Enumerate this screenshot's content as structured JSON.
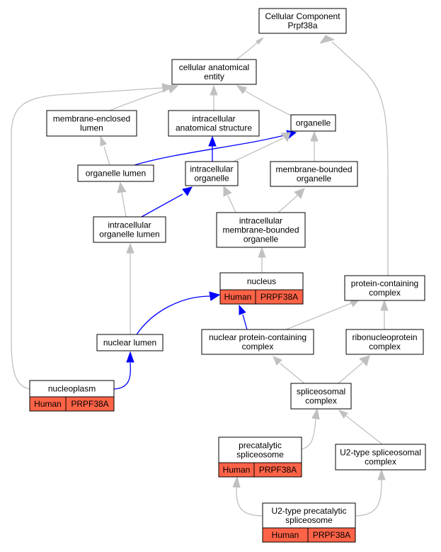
{
  "colors": {
    "grey_edge": "#c0c0c0",
    "blue_edge": "#0000ff",
    "annotation_fill": "#ff6347",
    "node_border": "#000000"
  },
  "nodes": {
    "root": {
      "lines": [
        "Cellular Component",
        "Prpf38a"
      ]
    },
    "cae": {
      "lines": [
        "cellular anatomical",
        "entity"
      ]
    },
    "mel": {
      "lines": [
        "membrane-enclosed",
        "lumen"
      ]
    },
    "ias": {
      "lines": [
        "intracellular",
        "anatomical structure"
      ]
    },
    "org": {
      "lines": [
        "organelle"
      ]
    },
    "ol": {
      "lines": [
        "organelle lumen"
      ]
    },
    "io": {
      "lines": [
        "intracellular",
        "organelle"
      ]
    },
    "mbo": {
      "lines": [
        "membrane-bounded",
        "organelle"
      ]
    },
    "iol": {
      "lines": [
        "intracellular",
        "organelle lumen"
      ]
    },
    "imbo": {
      "lines": [
        "intracellular",
        "membrane-bounded",
        "organelle"
      ]
    },
    "nuc": {
      "lines": [
        "nucleus"
      ]
    },
    "pcc": {
      "lines": [
        "protein-containing",
        "complex"
      ]
    },
    "nl": {
      "lines": [
        "nuclear lumen"
      ]
    },
    "npcc": {
      "lines": [
        "nuclear protein-containing",
        "complex"
      ]
    },
    "rnp": {
      "lines": [
        "ribonucleoprotein",
        "complex"
      ]
    },
    "np": {
      "lines": [
        "nucleoplasm"
      ]
    },
    "spl": {
      "lines": [
        "spliceosomal",
        "complex"
      ]
    },
    "pcs": {
      "lines": [
        "precatalytic",
        "spliceosome"
      ]
    },
    "u2c": {
      "lines": [
        "U2-type spliceosomal",
        "complex"
      ]
    },
    "u2p": {
      "lines": [
        "U2-type precatalytic",
        "spliceosome"
      ]
    }
  },
  "annotations": {
    "nuc": {
      "species": "Human",
      "gene": "PRPF38A"
    },
    "np": {
      "species": "Human",
      "gene": "PRPF38A"
    },
    "pcs": {
      "species": "Human",
      "gene": "PRPF38A"
    },
    "u2p": {
      "species": "Human",
      "gene": "PRPF38A"
    }
  }
}
